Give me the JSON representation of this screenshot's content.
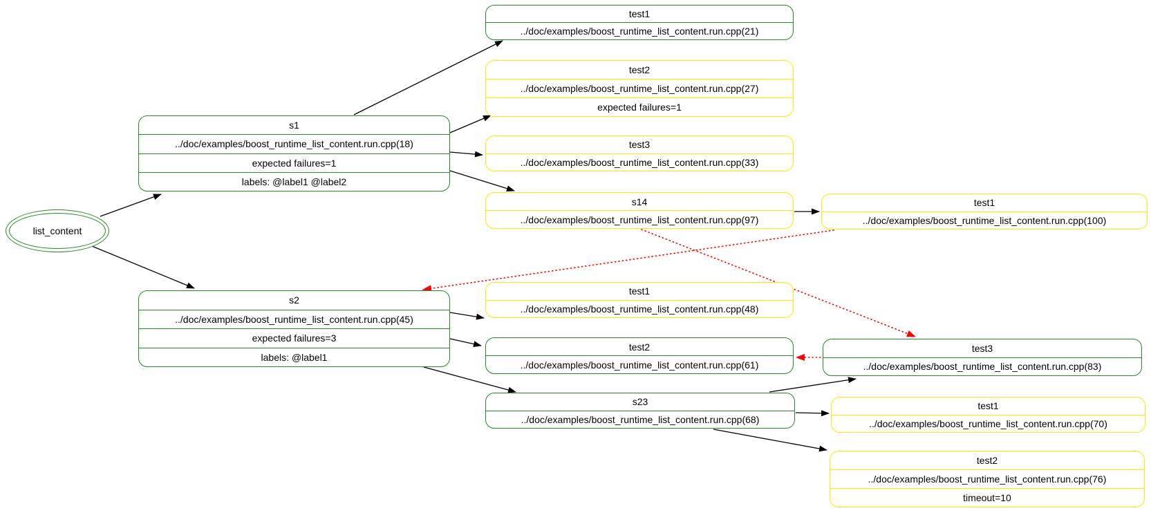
{
  "diagram": {
    "root": {
      "label": "list_content"
    },
    "nodes": {
      "s1": {
        "border": "green",
        "rows": [
          "s1",
          "../doc/examples/boost_runtime_list_content.run.cpp(18)",
          "expected failures=1",
          "labels: @label1 @label2"
        ]
      },
      "test1_21": {
        "border": "green",
        "rows": [
          "test1",
          "../doc/examples/boost_runtime_list_content.run.cpp(21)"
        ]
      },
      "test2_27": {
        "border": "yellow",
        "rows": [
          "test2",
          "../doc/examples/boost_runtime_list_content.run.cpp(27)",
          "expected failures=1"
        ]
      },
      "test3_33": {
        "border": "yellow",
        "rows": [
          "test3",
          "../doc/examples/boost_runtime_list_content.run.cpp(33)"
        ]
      },
      "s14": {
        "border": "yellow",
        "rows": [
          "s14",
          "../doc/examples/boost_runtime_list_content.run.cpp(97)"
        ]
      },
      "test1_100": {
        "border": "yellow",
        "rows": [
          "test1",
          "../doc/examples/boost_runtime_list_content.run.cpp(100)"
        ]
      },
      "s2": {
        "border": "green",
        "rows": [
          "s2",
          "../doc/examples/boost_runtime_list_content.run.cpp(45)",
          "expected failures=3",
          "labels: @label1"
        ]
      },
      "test1_48": {
        "border": "yellow",
        "rows": [
          "test1",
          "../doc/examples/boost_runtime_list_content.run.cpp(48)"
        ]
      },
      "test2_61": {
        "border": "green",
        "rows": [
          "test2",
          "../doc/examples/boost_runtime_list_content.run.cpp(61)"
        ]
      },
      "test3_83": {
        "border": "green",
        "rows": [
          "test3",
          "../doc/examples/boost_runtime_list_content.run.cpp(83)"
        ]
      },
      "s23": {
        "border": "green",
        "rows": [
          "s23",
          "../doc/examples/boost_runtime_list_content.run.cpp(68)"
        ]
      },
      "test1_70": {
        "border": "yellow",
        "rows": [
          "test1",
          "../doc/examples/boost_runtime_list_content.run.cpp(70)"
        ]
      },
      "test2_76": {
        "border": "yellow",
        "rows": [
          "test2",
          "../doc/examples/boost_runtime_list_content.run.cpp(76)",
          "timeout=10"
        ]
      }
    },
    "edges": {
      "black_solid": [
        "list_content -> s1",
        "list_content -> s2",
        "s1 -> test1(21)",
        "s1 -> test2(27)",
        "s1 -> test3(33)",
        "s1 -> s14",
        "s14 -> test1(100)",
        "s2 -> test1(48)",
        "s2 -> test2(61)",
        "s2 -> s23",
        "s23 -> test3(83)",
        "s23 -> test1(70)",
        "s23 -> test2(76)"
      ],
      "red_dotted_dependencies": [
        "test1(100) -> s2",
        "s14 -> test3(83)",
        "test3(83) -> test2(61)"
      ]
    },
    "colors": {
      "green_border": "#228b22",
      "yellow_border": "#ffe800",
      "edge_black": "#000000",
      "dependency_red": "#ff0000",
      "background": "#ffffff",
      "text": "#000000"
    }
  }
}
